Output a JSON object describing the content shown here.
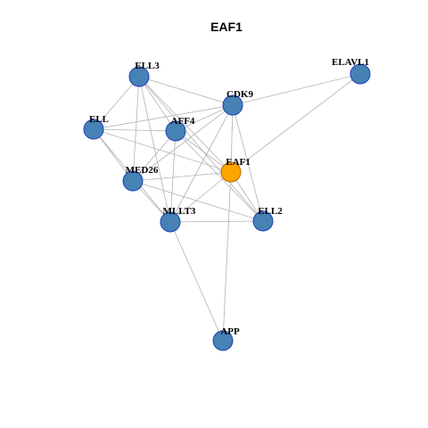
{
  "title": "EAF1",
  "colors": {
    "background": "#ffffff",
    "node_default_fill": "#4682b4",
    "node_default_stroke": "#1f3fbf",
    "node_focus_fill": "#ffa500",
    "node_focus_stroke": "#b36b00",
    "edge": "#b3b3b3"
  },
  "focus_node": "EAF1",
  "nodes": [
    {
      "id": "ELL3",
      "label": "ELL3"
    },
    {
      "id": "ELAVL1",
      "label": "ELAVL1"
    },
    {
      "id": "CDK9",
      "label": "CDK9"
    },
    {
      "id": "ELL",
      "label": "ELL"
    },
    {
      "id": "AFF4",
      "label": "AFF4"
    },
    {
      "id": "EAF1",
      "label": "EAF1"
    },
    {
      "id": "MED26",
      "label": "MED26"
    },
    {
      "id": "MLLT3",
      "label": "MLLT3"
    },
    {
      "id": "ELL2",
      "label": "ELL2"
    },
    {
      "id": "APP",
      "label": "APP"
    }
  ],
  "edges": [
    [
      "ELL3",
      "CDK9"
    ],
    [
      "ELL3",
      "ELL"
    ],
    [
      "ELL3",
      "AFF4"
    ],
    [
      "ELL3",
      "MED26"
    ],
    [
      "ELL3",
      "MLLT3"
    ],
    [
      "ELL3",
      "EAF1"
    ],
    [
      "ELL3",
      "ELL2"
    ],
    [
      "ELAVL1",
      "CDK9"
    ],
    [
      "ELAVL1",
      "EAF1"
    ],
    [
      "CDK9",
      "ELL"
    ],
    [
      "CDK9",
      "AFF4"
    ],
    [
      "CDK9",
      "EAF1"
    ],
    [
      "CDK9",
      "MED26"
    ],
    [
      "CDK9",
      "MLLT3"
    ],
    [
      "CDK9",
      "ELL2"
    ],
    [
      "ELL",
      "AFF4"
    ],
    [
      "ELL",
      "EAF1"
    ],
    [
      "ELL",
      "MED26"
    ],
    [
      "ELL",
      "MLLT3"
    ],
    [
      "AFF4",
      "EAF1"
    ],
    [
      "AFF4",
      "MED26"
    ],
    [
      "AFF4",
      "MLLT3"
    ],
    [
      "AFF4",
      "ELL2"
    ],
    [
      "EAF1",
      "MED26"
    ],
    [
      "EAF1",
      "MLLT3"
    ],
    [
      "EAF1",
      "ELL2"
    ],
    [
      "EAF1",
      "APP"
    ],
    [
      "MED26",
      "MLLT3"
    ],
    [
      "MED26",
      "ELL2"
    ],
    [
      "MLLT3",
      "ELL2"
    ],
    [
      "MLLT3",
      "APP"
    ]
  ]
}
